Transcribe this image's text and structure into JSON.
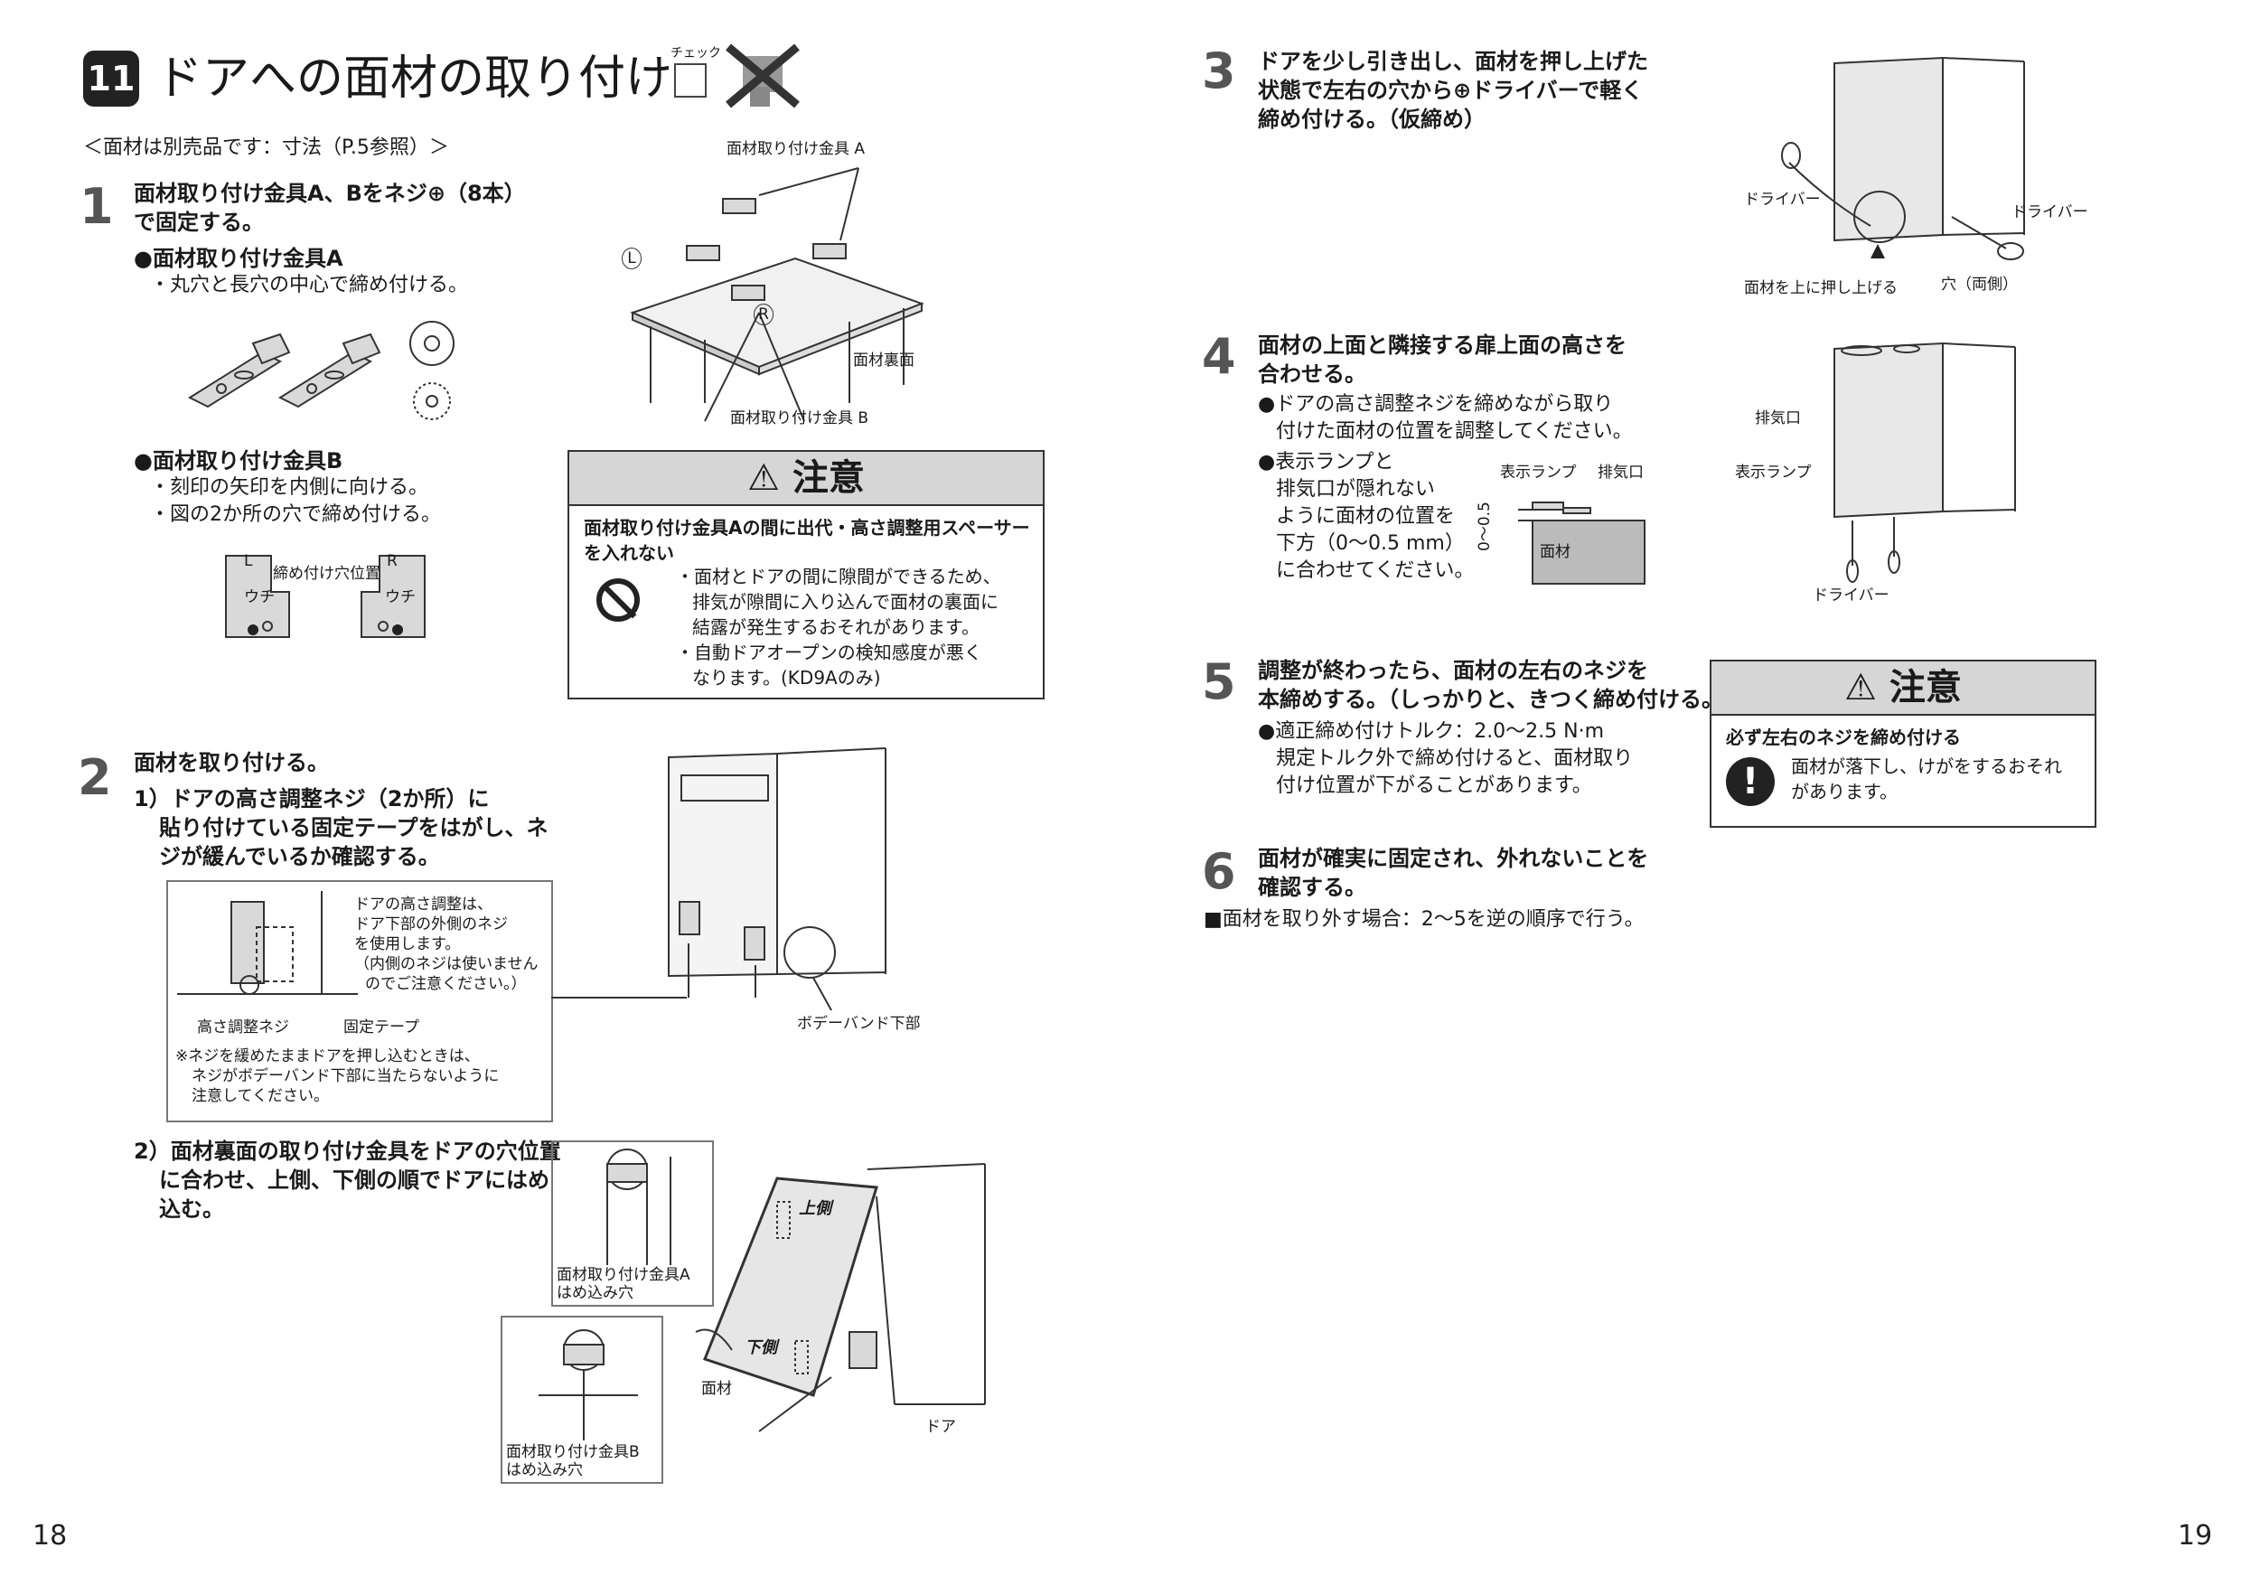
{
  "section": {
    "number": "11",
    "title": "ドアへの面材の取り付け",
    "check_label": "チェック"
  },
  "note_top": "＜面材は別売品です：寸法（P.5参照）＞",
  "step1": {
    "num": "1",
    "line1": "面材取り付け金具A、Bをネジ⊕（8本）",
    "line2": "で固定する。",
    "a_title": "●面材取り付け金具A",
    "a_text": "・丸穴と長穴の中心で締め付ける。",
    "b_title": "●面材取り付け金具B",
    "b_text1": "・刻印の矢印を内側に向ける。",
    "b_text2": "・図の2か所の穴で締め付ける。",
    "fig_label": "締め付け穴位置",
    "l_mark": "L",
    "r_mark": "R",
    "uchi": "ウチ",
    "fig_bracket_a": "面材取り付け金具 A",
    "fig_back": "面材裏面",
    "fig_bracket_b": "面材取り付け金具 B",
    "circle_l": "L",
    "circle_r": "R"
  },
  "caution1": {
    "head": "注意",
    "bold1": "面材取り付け金具Aの間に出代・高さ調整用スペーサー",
    "bold2": "を入れない",
    "b1_1": "・面材とドアの間に隙間ができるため、",
    "b1_2": "排気が隙間に入り込んで面材の裏面に",
    "b1_3": "結露が発生するおそれがあります。",
    "b2_1": "・自動ドアオープンの検知感度が悪く",
    "b2_2": "なります。(KD9Aのみ)"
  },
  "step2": {
    "num": "2",
    "title": "面材を取り付ける。",
    "s1_1": "1）ドアの高さ調整ネジ（2か所）に",
    "s1_2": "貼り付けている固定テープをはがし、ネ",
    "s1_3": "ジが緩んでいるか確認する。",
    "box_1": "ドアの高さ調整は、",
    "box_2": "ドア下部の外側のネジ",
    "box_3": "を使用します。",
    "box_4": "（内側のネジは使いません",
    "box_5": "のでご注意ください。）",
    "box_screw": "高さ調整ネジ",
    "box_tape": "固定テープ",
    "box_note1": "※ネジを緩めたままドアを押し込むときは、",
    "box_note2": "ネジがボデーバンド下部に当たらないように",
    "box_note3": "注意してください。",
    "body_band": "ボデーバンド下部",
    "s2_1": "2）面材裏面の取り付け金具をドアの穴位置",
    "s2_2": "に合わせ、上側、下側の順でドアにはめ",
    "s2_3": "込む。",
    "hole_a1": "面材取り付け金具A",
    "hole_a2": "はめ込み穴",
    "hole_b1": "面材取り付け金具B",
    "hole_b2": "はめ込み穴",
    "upper": "上側",
    "lower": "下側",
    "panel": "面材",
    "door": "ドア"
  },
  "step3": {
    "num": "3",
    "line1": "ドアを少し引き出し、面材を押し上げた",
    "line2": "状態で左右の穴から⊕ドライバーで軽く",
    "line3": "締め付ける。（仮締め）",
    "driver_l": "ドライバー",
    "driver_r": "ドライバー",
    "push_up": "面材を上に押し上げる",
    "holes": "穴（両側）"
  },
  "step4": {
    "num": "4",
    "line1": "面材の上面と隣接する扉上面の高さを",
    "line2": "合わせる。",
    "b1_1": "●ドアの高さ調整ネジを締めながら取り",
    "b1_2": "付けた面材の位置を調整してください。",
    "b2_1": "●表示ランプと",
    "b2_2": "排気口が隠れない",
    "b2_3": "ように面材の位置を",
    "b2_4": "下方（0〜0.5 mm）",
    "b2_5": "に合わせてください。",
    "lamp": "表示ランプ",
    "exhaust": "排気口",
    "dim": "0〜0.5",
    "panel": "面材",
    "exhaust2": "排気口",
    "lamp2": "表示ランプ",
    "driver": "ドライバー"
  },
  "step5": {
    "num": "5",
    "line1": "調整が終わったら、面材の左右のネジを",
    "line2": "本締めする。（しっかりと、きつく締め付ける。）",
    "b1": "●適正締め付けトルク：2.0〜2.5 N·m",
    "b2": "規定トルク外で締め付けると、面材取り",
    "b3": "付け位置が下がることがあります。"
  },
  "caution2": {
    "head": "注意",
    "bold": "必ず左右のネジを締め付ける",
    "t1": "面材が落下し、けがをするおそれ",
    "t2": "があります。"
  },
  "step6": {
    "num": "6",
    "line1": "面材が確実に固定され、外れないことを",
    "line2": "確認する。",
    "note": "■面材を取り外す場合：2〜5を逆の順序で行う。"
  },
  "pages": {
    "left": "18",
    "right": "19"
  }
}
